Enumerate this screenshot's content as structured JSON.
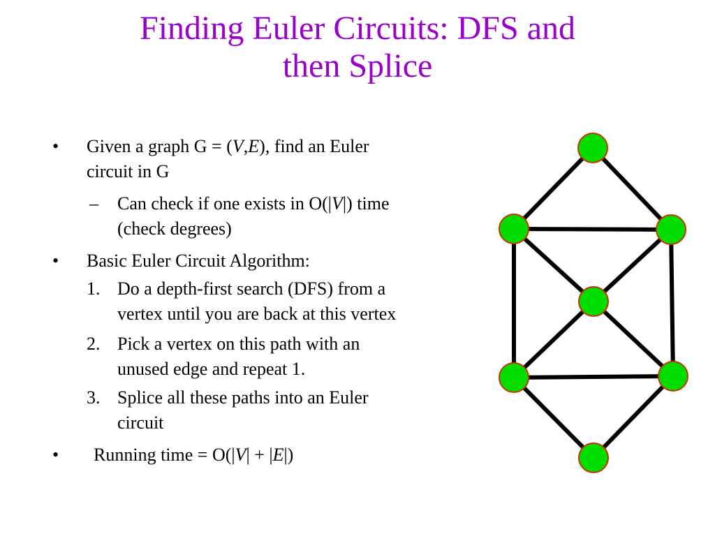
{
  "slide": {
    "title_lines": [
      "Finding Euler Circuits: DFS and",
      "then Splice"
    ],
    "bullets": [
      {
        "marker": "•",
        "lines": [
          [
            {
              "t": "Given a graph G = ("
            },
            {
              "t": "V",
              "i": true
            },
            {
              "t": ","
            },
            {
              "t": "E",
              "i": true
            },
            {
              "t": "), find an Euler"
            }
          ],
          [
            {
              "t": "circuit in G"
            }
          ]
        ]
      },
      {
        "marker": "–",
        "lines": [
          [
            {
              "t": "Can check if one exists in O(|"
            },
            {
              "t": "V",
              "i": true
            },
            {
              "t": "|) time"
            }
          ],
          [
            {
              "t": "(check degrees)"
            }
          ]
        ]
      },
      {
        "marker": "•",
        "lines": [
          [
            {
              "t": "Basic Euler Circuit Algorithm:"
            }
          ]
        ]
      },
      {
        "marker": "1.",
        "lines": [
          [
            {
              "t": "Do a depth-first search (DFS) from a"
            }
          ],
          [
            {
              "t": "vertex until you are back at this vertex"
            }
          ]
        ]
      },
      {
        "marker": "2.",
        "lines": [
          [
            {
              "t": "Pick a vertex on this path with an"
            }
          ],
          [
            {
              "t": "unused edge and repeat 1."
            }
          ]
        ]
      },
      {
        "marker": "3.",
        "lines": [
          [
            {
              "t": "Splice all these paths into an Euler"
            }
          ],
          [
            {
              "t": "circuit"
            }
          ]
        ]
      },
      {
        "marker": "•",
        "lines": [
          [
            {
              "t": "Running time = O(|"
            },
            {
              "t": "V",
              "i": true
            },
            {
              "t": "| + |"
            },
            {
              "t": "E",
              "i": true
            },
            {
              "t": "|)"
            }
          ]
        ]
      }
    ]
  },
  "graph": {
    "node_fill": "#00dd00",
    "node_stroke": "#cc3300",
    "edge_color": "#000000",
    "nodes": [
      "top",
      "upper-left",
      "upper-right",
      "center",
      "lower-left",
      "lower-right",
      "bottom"
    ],
    "edges": [
      [
        "top",
        "upper-left"
      ],
      [
        "top",
        "upper-right"
      ],
      [
        "upper-left",
        "upper-right"
      ],
      [
        "upper-left",
        "center"
      ],
      [
        "upper-right",
        "center"
      ],
      [
        "upper-left",
        "lower-left"
      ],
      [
        "upper-right",
        "lower-right"
      ],
      [
        "center",
        "lower-left"
      ],
      [
        "center",
        "lower-right"
      ],
      [
        "lower-left",
        "lower-right"
      ],
      [
        "lower-left",
        "bottom"
      ],
      [
        "lower-right",
        "bottom"
      ]
    ]
  }
}
